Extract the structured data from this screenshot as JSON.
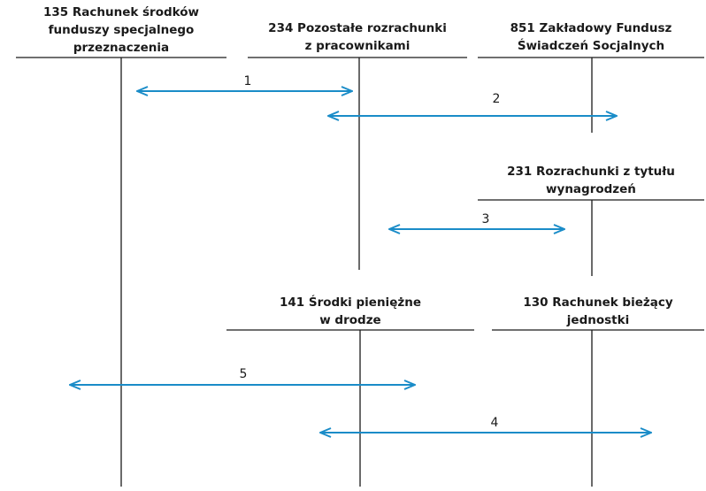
{
  "accounts": [
    {
      "id": "135",
      "lines": [
        "135 Rachunek środków",
        "funduszy specjalnego",
        "przeznaczenia"
      ]
    },
    {
      "id": "234",
      "lines": [
        "234 Pozostałe rozrachunki",
        "z pracownikami"
      ]
    },
    {
      "id": "851",
      "lines": [
        "851 Zakładowy Fundusz",
        "Świadczeń Socjalnych"
      ]
    },
    {
      "id": "231",
      "lines": [
        "231 Rozrachunki z tytułu",
        "wynagrodzeń"
      ]
    },
    {
      "id": "141",
      "lines": [
        "141 Środki pieniężne",
        "w drodze"
      ]
    },
    {
      "id": "130",
      "lines": [
        "130 Rachunek bieżący",
        "jednostki"
      ]
    }
  ],
  "flows": [
    {
      "label": "1",
      "from": "135",
      "to": "234"
    },
    {
      "label": "2",
      "from": "234",
      "to": "851"
    },
    {
      "label": "3",
      "from": "234",
      "to": "231"
    },
    {
      "label": "4",
      "from": "141",
      "to": "130"
    },
    {
      "label": "5",
      "from": "135",
      "to": "141"
    }
  ],
  "colors": {
    "arrow": "#1a8cc8",
    "line": "#1a1a1a"
  }
}
